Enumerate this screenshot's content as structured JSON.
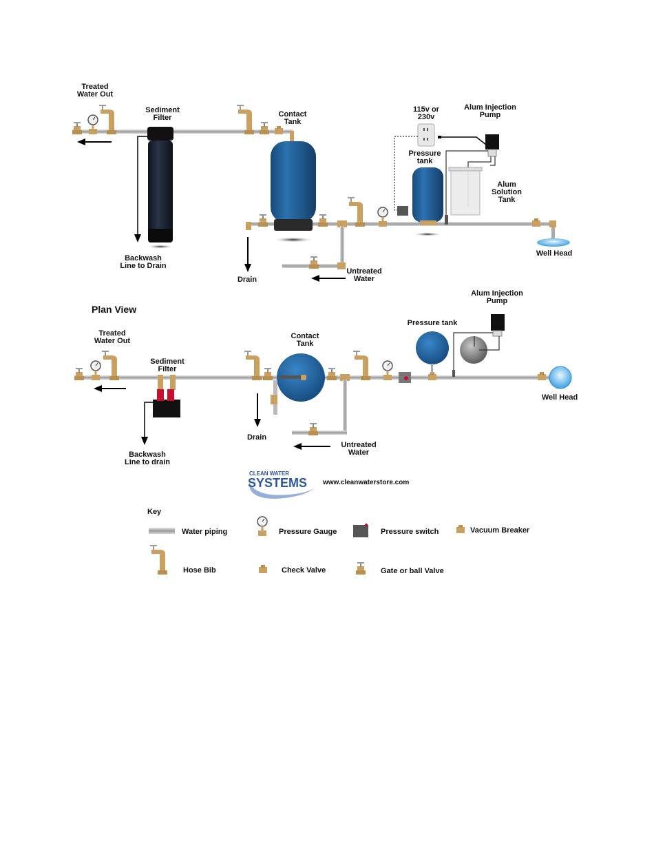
{
  "colors": {
    "pipe": "#a8a8a8",
    "brass": "#c9a060",
    "tank_blue": "#1f5e96",
    "filter_dark": "#1a2230",
    "logo_blue": "#2a56a0"
  },
  "elevation_view": {
    "labels": {
      "treated_water_out": "Treated\nWater Out",
      "sediment_filter": "Sediment\nFilter",
      "contact_tank": "Contact\nTank",
      "power_outlet": "115v or\n230v",
      "alum_injection_pump": "Alum Injection\nPump",
      "pressure_tank": "Pressure\ntank",
      "alum_solution_tank": "Alum\nSolution\nTank",
      "backwash": "Backwash\nLine to Drain",
      "drain": "Drain",
      "untreated_water": "Untreated\nWater",
      "well_head": "Well Head"
    }
  },
  "plan_view": {
    "title": "Plan View",
    "labels": {
      "treated_water_out": "Treated\nWater Out",
      "sediment_filter": "Sediment\nFilter",
      "contact_tank": "Contact\nTank",
      "alum_injection_pump": "Alum Injection\nPump",
      "pressure_tank": "Pressure tank",
      "backwash": "Backwash\nLine to drain",
      "drain": "Drain",
      "untreated_water": "Untreated\nWater",
      "well_head": "Well Head"
    }
  },
  "branding": {
    "logo_top": "CLEAN WATER",
    "logo_main": "SYSTEMS",
    "url": "www.cleanwaterstore.com"
  },
  "key": {
    "title": "Key",
    "items": [
      {
        "icon": "water-piping-icon",
        "label": "Water piping"
      },
      {
        "icon": "pressure-gauge-icon",
        "label": "Pressure Gauge"
      },
      {
        "icon": "pressure-switch-icon",
        "label": "Pressure switch"
      },
      {
        "icon": "vacuum-breaker-icon",
        "label": "Vacuum Breaker"
      },
      {
        "icon": "hose-bib-icon",
        "label": "Hose Bib"
      },
      {
        "icon": "check-valve-icon",
        "label": "Check Valve"
      },
      {
        "icon": "gate-valve-icon",
        "label": "Gate or ball Valve"
      }
    ]
  }
}
